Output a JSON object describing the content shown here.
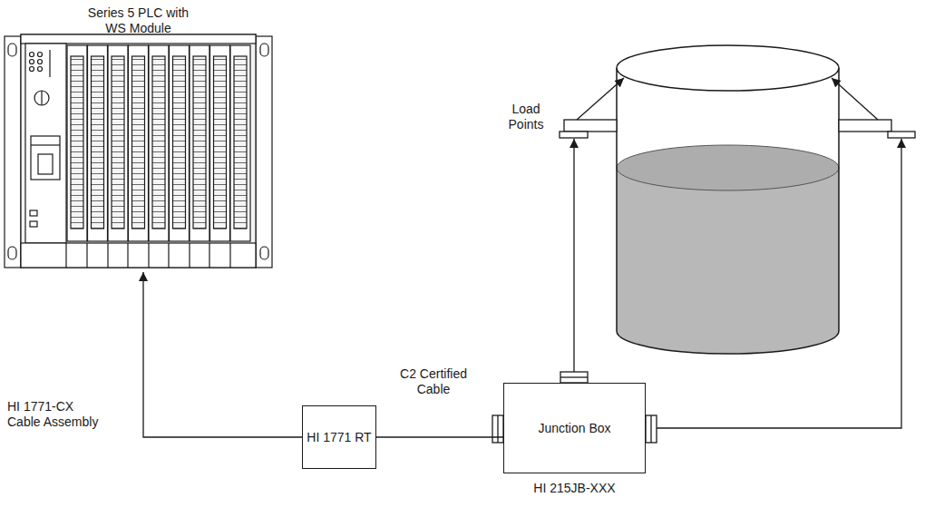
{
  "diagram": {
    "nodes": [
      {
        "text": [
          "Series 5 PLC with WS Module"
        ]
      },
      {
        "text": [
          "HI 1771 RT"
        ]
      },
      {
        "text": [
          "Junction Box",
          "HI 215JB-XXX"
        ]
      }
    ],
    "edges": [
      {
        "from": 1,
        "to": 0,
        "arrow": "to",
        "label": "HI 1771-CX Cable Assembly"
      },
      {
        "from": 1,
        "to": 2,
        "arrow": "none",
        "label": "C2 Certified Cable"
      }
    ],
    "labels": [
      "Load Points"
    ]
  }
}
